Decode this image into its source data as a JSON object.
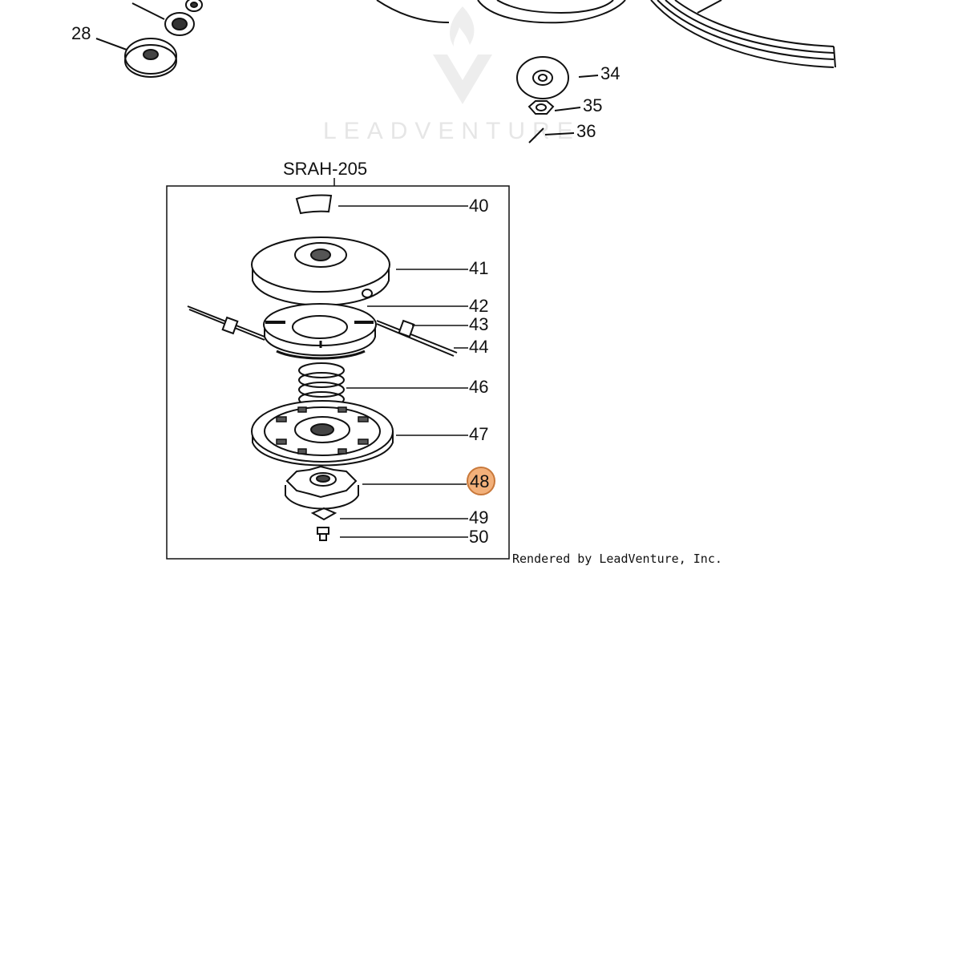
{
  "diagram": {
    "assembly_title": "SRAH-205",
    "watermark_text": "LEADVENTURE",
    "credit": "Rendered by LeadVenture, Inc.",
    "highlight_color": "#f2b07a",
    "highlight_stroke": "#c8783a",
    "callouts": {
      "c28": "28",
      "c34": "34",
      "c35": "35",
      "c36": "36",
      "c40": "40",
      "c41": "41",
      "c42": "42",
      "c43": "43",
      "c44": "44",
      "c46": "46",
      "c47": "47",
      "c48": "48",
      "c49": "49",
      "c50": "50"
    },
    "highlighted_part": "48"
  }
}
